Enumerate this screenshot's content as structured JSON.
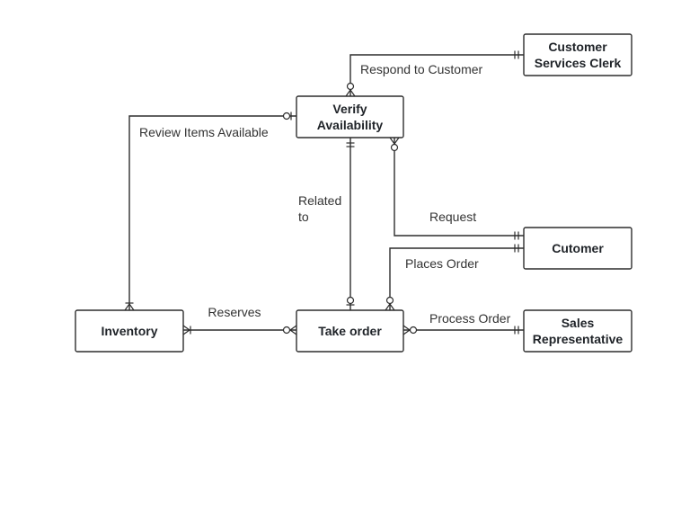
{
  "entities": {
    "customer_services_clerk": [
      "Customer",
      "Services Clerk"
    ],
    "verify_availability": [
      "Verify",
      "Availability"
    ],
    "cutomer": [
      "Cutomer"
    ],
    "inventory": [
      "Inventory"
    ],
    "take_order": [
      "Take order"
    ],
    "sales_representative": [
      "Sales",
      "Representative"
    ]
  },
  "relationships": {
    "respond_to_customer": [
      "Respond to Customer"
    ],
    "review_items_available": [
      "Review Items Available"
    ],
    "related_to": [
      "Related",
      "to"
    ],
    "request": [
      "Request"
    ],
    "places_order": [
      "Places Order"
    ],
    "reserves": [
      "Reserves"
    ],
    "process_order": [
      "Process Order"
    ]
  },
  "cardinality": {
    "respond_to_customer": {
      "verify_availability": "zero-or-many",
      "customer_services_clerk": "one-and-only-one"
    },
    "review_items_available": {
      "verify_availability": "zero-or-one",
      "inventory": "one-or-many"
    },
    "related_to": {
      "verify_availability": "one-and-only-one",
      "take_order": "zero-or-one"
    },
    "request": {
      "verify_availability": "zero-or-many",
      "cutomer": "one-and-only-one"
    },
    "places_order": {
      "take_order": "zero-or-many",
      "cutomer": "one-and-only-one"
    },
    "reserves": {
      "inventory": "one-or-many",
      "take_order": "zero-or-many"
    },
    "process_order": {
      "take_order": "zero-or-many",
      "sales_representative": "one-and-only-one"
    }
  },
  "colors": {
    "stroke": "#2d2d2d",
    "text": "#1f2328",
    "label": "#333333",
    "background": "#ffffff"
  }
}
